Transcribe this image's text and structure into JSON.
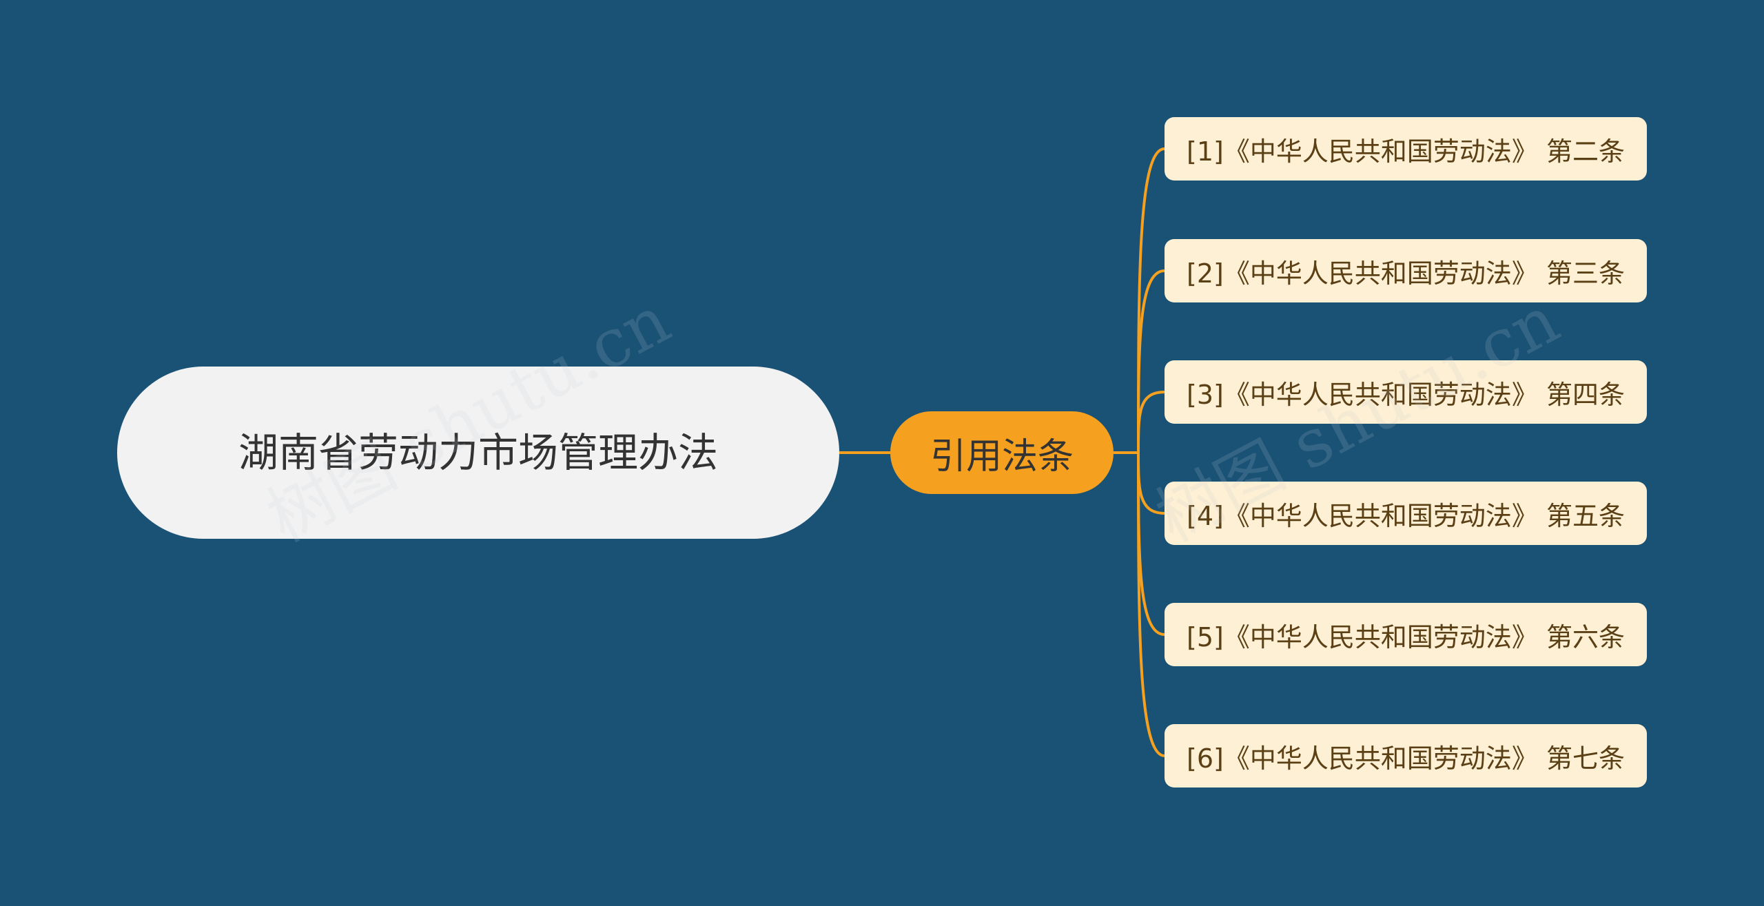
{
  "root": {
    "label": "湖南省劳动力市场管理办法"
  },
  "branch": {
    "label": "引用法条"
  },
  "leaves": [
    {
      "label": "[1]《中华人民共和国劳动法》 第二条"
    },
    {
      "label": "[2]《中华人民共和国劳动法》 第三条"
    },
    {
      "label": "[3]《中华人民共和国劳动法》 第四条"
    },
    {
      "label": "[4]《中华人民共和国劳动法》 第五条"
    },
    {
      "label": "[5]《中华人民共和国劳动法》 第六条"
    },
    {
      "label": "[6]《中华人民共和国劳动法》 第七条"
    }
  ],
  "watermarks": [
    {
      "text": "树图 shutu.cn"
    },
    {
      "text": "树图 shutu.cn"
    }
  ],
  "colors": {
    "background": "#1a5276",
    "root_fill": "#f2f2f2",
    "branch_fill": "#f5a11f",
    "leaf_fill": "#fdf0d5",
    "connector": "#f5a11f"
  }
}
